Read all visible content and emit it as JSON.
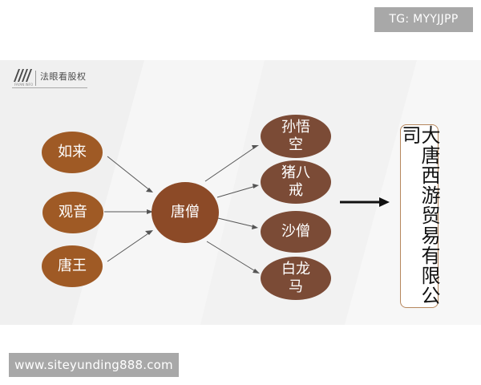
{
  "tg_badge": "TG: MYYJJPP",
  "logo": {
    "icon": "fayan-logo-icon",
    "caption": "FAYAN INFO",
    "label": "法眼看股权"
  },
  "diagram": {
    "left_nodes": [
      {
        "label": "如来"
      },
      {
        "label": "观音"
      },
      {
        "label": "唐王"
      }
    ],
    "center_node": {
      "label": "唐僧"
    },
    "right_nodes": [
      {
        "line1": "孙悟",
        "line2": "空"
      },
      {
        "line1": "猪八",
        "line2": "戒"
      },
      {
        "line1": "沙僧",
        "line2": ""
      },
      {
        "line1": "白龙",
        "line2": "马"
      }
    ],
    "company": {
      "name": "大唐西游贸易有限公司"
    }
  },
  "colors": {
    "node_left": "#9f5a25",
    "node_center": "#8c4a27",
    "node_right": "#7b4b36",
    "company_border": "#b6875d",
    "badge_bg": "#a8a8a8",
    "arrow": "#555555"
  },
  "watermark": "www.siteyunding888.com"
}
